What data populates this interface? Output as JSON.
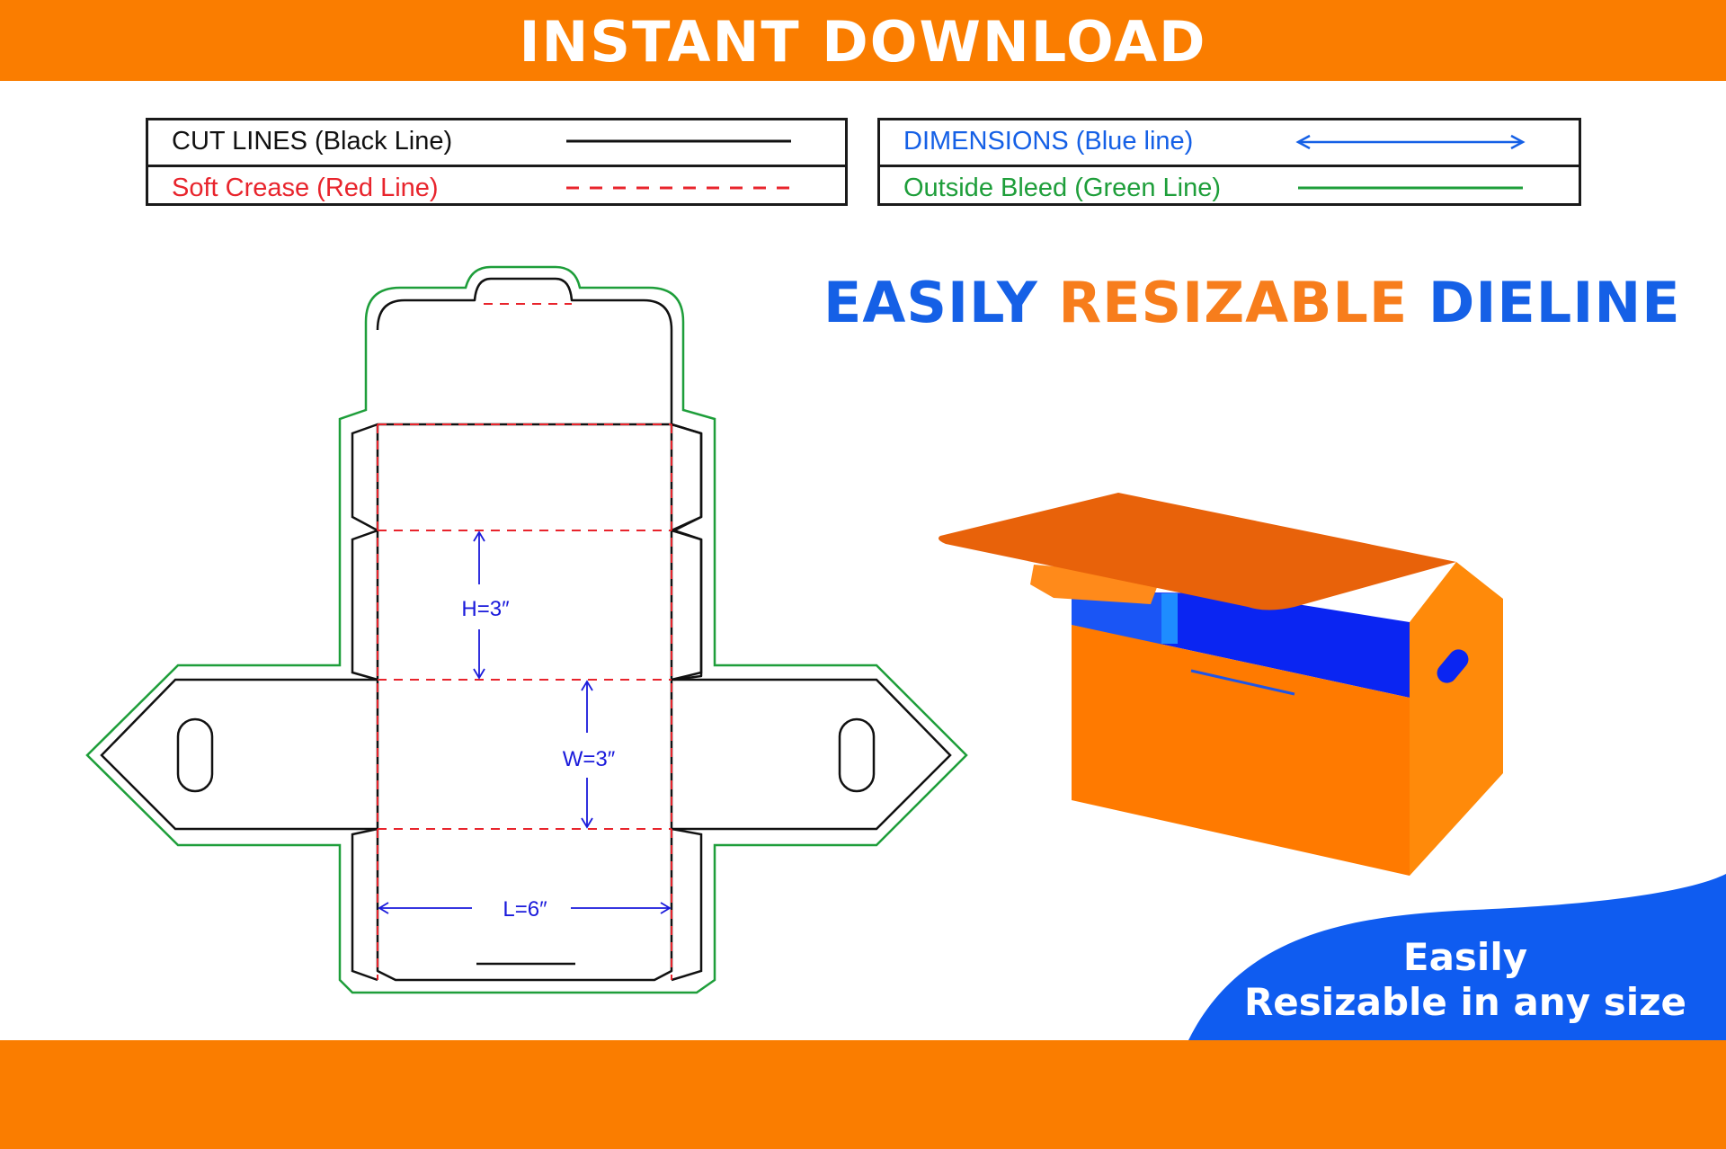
{
  "header": {
    "title": "INSTANT DOWNLOAD"
  },
  "legend": {
    "cut_lines": "CUT LINES (Black Line)",
    "soft_crease": "Soft Crease (Red Line)",
    "dimensions": "DIMENSIONS (Blue line)",
    "outside_bleed": "Outside Bleed (Green Line)"
  },
  "headline": {
    "part1": "EASILY",
    "part2": "RESIZABLE",
    "part3": "DIELINE"
  },
  "dimensions": {
    "height": "H=3″",
    "width": "W=3″",
    "length": "L=6″"
  },
  "promo": {
    "line1": "Easily",
    "line2": "Resizable in any size"
  },
  "colors": {
    "banner_orange": "#fa7d00",
    "headline_blue": "#1560e6",
    "headline_orange": "#f77d1c",
    "cut_black": "#111111",
    "crease_red": "#e8242c",
    "dimension_blue": "#1a1adb",
    "bleed_green": "#1e9e3a",
    "box_orange": "#ff7a00",
    "box_blue": "#0a25f2"
  }
}
